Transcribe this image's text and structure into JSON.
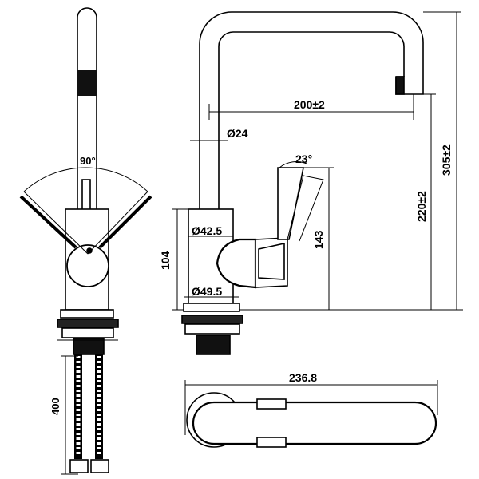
{
  "drawing": {
    "front_view": {
      "angle_label": "90°",
      "hose_length_label": "400"
    },
    "side_view": {
      "spout_projection_label": "200±2",
      "spout_diameter_label": "Ø24",
      "lever_angle_label": "23°",
      "body_diameter_label": "Ø42.5",
      "base_diameter_label": "Ø49.5",
      "body_height_label": "104",
      "lever_height_label": "143",
      "spout_height_label": "220±2",
      "overall_height_label": "305±2"
    },
    "top_view": {
      "overall_length_label": "236.8"
    }
  }
}
